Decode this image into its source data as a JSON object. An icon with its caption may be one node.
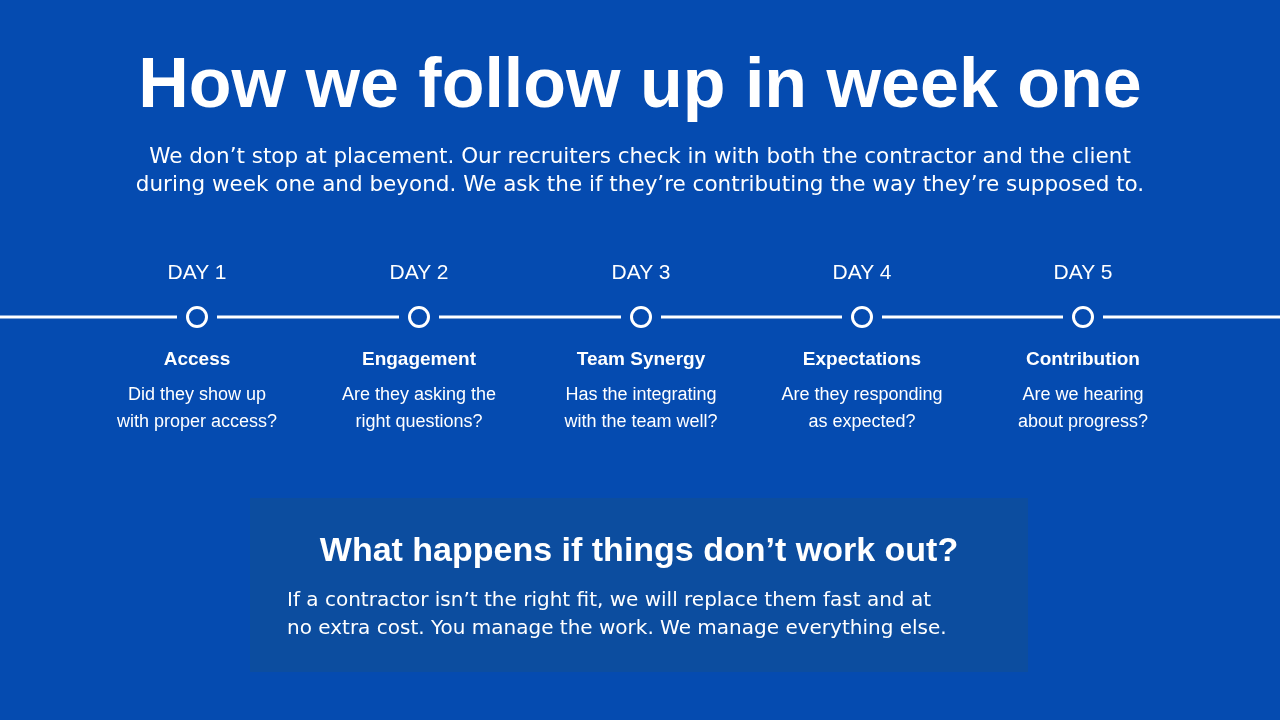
{
  "diagram": {
    "title": "How we follow up in week one",
    "nodes": [
      {
        "text": [],
        "shape": "circle",
        "beside": [
          "DAY 1",
          "Access",
          "Did they show up with proper access?"
        ]
      },
      {
        "text": [],
        "shape": "circle",
        "beside": [
          "DAY 2",
          "Engagement",
          "Are they asking the right questions?"
        ]
      },
      {
        "text": [],
        "shape": "circle",
        "beside": [
          "DAY 3",
          "Team Synergy",
          "Has the integrating with the team well?"
        ]
      },
      {
        "text": [],
        "shape": "circle",
        "beside": [
          "DAY 4",
          "Expectations",
          "Are they responding as expected?"
        ]
      },
      {
        "text": [],
        "shape": "circle",
        "beside": [
          "DAY 5",
          "Contribution",
          "Are we hearing about progress?"
        ]
      },
      {
        "text": [
          "What happens if things don’t work out?",
          "If a contractor isn’t the right fit, we will replace them fast and at no extra cost. You manage the work. We manage everything else."
        ]
      }
    ],
    "edges": [
      {
        "from": null,
        "to": 0,
        "arrow": "none"
      },
      {
        "from": 0,
        "to": 1,
        "arrow": "none"
      },
      {
        "from": 1,
        "to": 2,
        "arrow": "none"
      },
      {
        "from": 2,
        "to": 3,
        "arrow": "none"
      },
      {
        "from": 3,
        "to": 4,
        "arrow": "none"
      },
      {
        "from": 4,
        "to": null,
        "arrow": "none"
      }
    ],
    "labels": [
      "We don’t stop at placement. Our recruiters check in with both the contractor and the client during week one and beyond. We ask the if they’re contributing the way they’re supposed to."
    ]
  }
}
